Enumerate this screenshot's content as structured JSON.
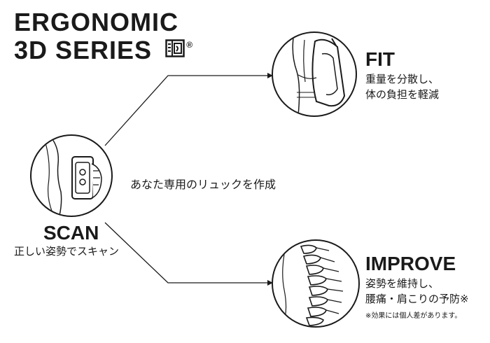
{
  "header": {
    "title_line1": "ERGONOMIC",
    "title_line2": "3D SERIES",
    "logo_icon": "3d-series-logo-icon",
    "registered_mark": "®"
  },
  "scan": {
    "label": "SCAN",
    "description": "正しい姿勢でスキャン"
  },
  "center": {
    "text": "あなた専用のリュックを作成"
  },
  "fit": {
    "label": "FIT",
    "description_line1": "重量を分散し、",
    "description_line2": "体の負担を軽減"
  },
  "improve": {
    "label": "IMPROVE",
    "description_line1": "姿勢を維持し、",
    "description_line2": "腰痛・肩こりの予防※",
    "note": "※効果には個人差があります。"
  },
  "colors": {
    "ink": "#1a1a1a",
    "background": "#ffffff"
  }
}
